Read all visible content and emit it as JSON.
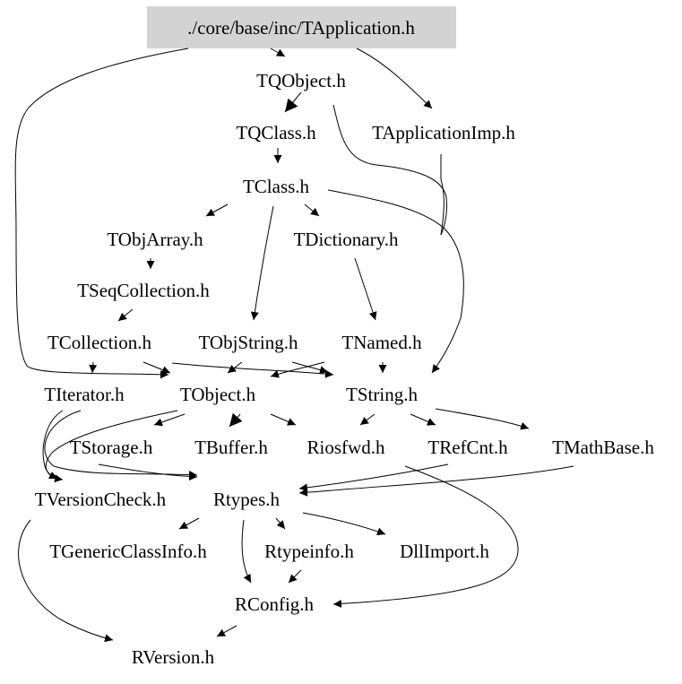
{
  "graph": {
    "root": "./core/base/inc/TApplication.h",
    "root_fill": "#d3d3d3",
    "nodes": {
      "tapplication": "./core/base/inc/TApplication.h",
      "tqobject": "TQObject.h",
      "tqclass": "TQClass.h",
      "tapplicationimp": "TApplicationImp.h",
      "tclass": "TClass.h",
      "tobjarray": "TObjArray.h",
      "tdictionary": "TDictionary.h",
      "tseqcollection": "TSeqCollection.h",
      "tcollection": "TCollection.h",
      "tobjstring": "TObjString.h",
      "tnamed": "TNamed.h",
      "titerator": "TIterator.h",
      "tobject": "TObject.h",
      "tstring": "TString.h",
      "tstorage": "TStorage.h",
      "tbuffer": "TBuffer.h",
      "riosfwd": "Riosfwd.h",
      "trefcnt": "TRefCnt.h",
      "tmathbase": "TMathBase.h",
      "tversioncheck": "TVersionCheck.h",
      "rtypes": "Rtypes.h",
      "tgenericclassinfo": "TGenericClassInfo.h",
      "rtypeinfo": "Rtypeinfo.h",
      "dllimport": "DllImport.h",
      "rconfig": "RConfig.h",
      "rversion": "RVersion.h"
    },
    "edges": [
      [
        "tapplication",
        "tqobject"
      ],
      [
        "tapplication",
        "tapplicationimp"
      ],
      [
        "tapplication",
        "tobject"
      ],
      [
        "tqobject",
        "tqclass"
      ],
      [
        "tqobject",
        "tstring"
      ],
      [
        "tqclass",
        "tclass"
      ],
      [
        "tapplicationimp",
        "tstring"
      ],
      [
        "tclass",
        "tobjarray"
      ],
      [
        "tclass",
        "tdictionary"
      ],
      [
        "tclass",
        "tobjstring"
      ],
      [
        "tclass",
        "tstring"
      ],
      [
        "tobjarray",
        "tseqcollection"
      ],
      [
        "tseqcollection",
        "tcollection"
      ],
      [
        "tdictionary",
        "tnamed"
      ],
      [
        "tcollection",
        "titerator"
      ],
      [
        "tcollection",
        "tobject"
      ],
      [
        "tcollection",
        "tstring"
      ],
      [
        "tobjstring",
        "tobject"
      ],
      [
        "tobjstring",
        "tstring"
      ],
      [
        "tnamed",
        "tobject"
      ],
      [
        "tnamed",
        "tstring"
      ],
      [
        "titerator",
        "tversioncheck"
      ],
      [
        "titerator",
        "rtypes"
      ],
      [
        "tobject",
        "tstorage"
      ],
      [
        "tobject",
        "tbuffer"
      ],
      [
        "tobject",
        "riosfwd"
      ],
      [
        "tobject",
        "tversioncheck"
      ],
      [
        "tstring",
        "riosfwd"
      ],
      [
        "tstring",
        "trefcnt"
      ],
      [
        "tstring",
        "tmathbase"
      ],
      [
        "tstorage",
        "rtypes"
      ],
      [
        "trefcnt",
        "rtypes"
      ],
      [
        "tmathbase",
        "rtypes"
      ],
      [
        "riosfwd",
        "rconfig"
      ],
      [
        "tversioncheck",
        "rversion"
      ],
      [
        "rtypes",
        "tgenericclassinfo"
      ],
      [
        "rtypes",
        "rtypeinfo"
      ],
      [
        "rtypes",
        "dllimport"
      ],
      [
        "rtypes",
        "rconfig"
      ],
      [
        "rtypeinfo",
        "rconfig"
      ],
      [
        "rconfig",
        "rversion"
      ]
    ]
  }
}
